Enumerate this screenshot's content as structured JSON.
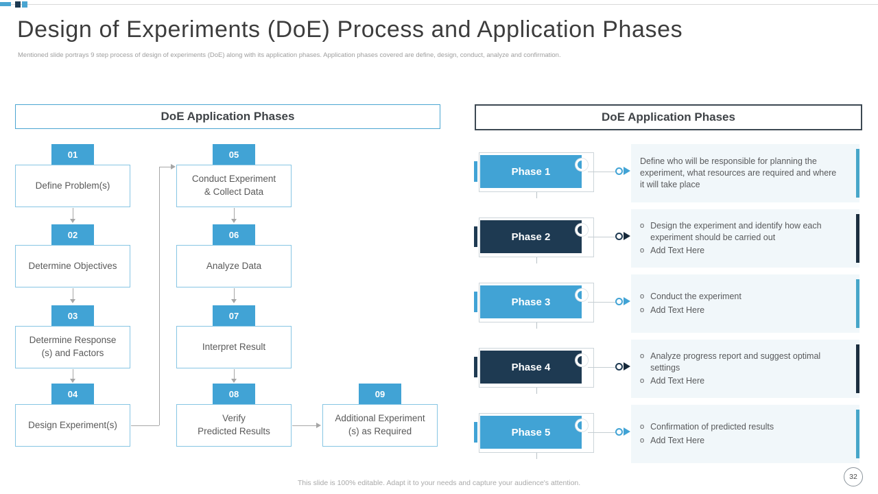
{
  "slide": {
    "title": "Design of Experiments (DoE) Process and Application Phases",
    "subtitle": "Mentioned slide portrays 9 step process of design of experiments (DoE) along with its application phases. Application phases covered are define, design, conduct, analyze and confirmation.",
    "footer": "This slide is 100% editable. Adapt it to your needs and capture your audience's attention.",
    "page_number": "32"
  },
  "colors": {
    "accent_blue": "#41a3d5",
    "dark_navy": "#1e3a52",
    "bar_teal": "#47a6c9",
    "bar_navy": "#1b2e3f",
    "desc_background": "#f1f7fa",
    "box_border_blue": "#86c5e3",
    "arrow_gray": "#a6a6a6"
  },
  "left_panel": {
    "header": "DoE Application Phases",
    "steps": [
      {
        "num": "01",
        "label": "Define Problem(s)"
      },
      {
        "num": "02",
        "label": "Determine Objectives"
      },
      {
        "num": "03",
        "label": "Determine Response\n(s) and Factors"
      },
      {
        "num": "04",
        "label": "Design Experiment(s)"
      },
      {
        "num": "05",
        "label": "Conduct Experiment\n& Collect Data"
      },
      {
        "num": "06",
        "label": "Analyze Data"
      },
      {
        "num": "07",
        "label": "Interpret Result"
      },
      {
        "num": "08",
        "label": "Verify\nPredicted Results"
      },
      {
        "num": "09",
        "label": "Additional Experiment\n(s) as Required"
      }
    ]
  },
  "right_panel": {
    "header": "DoE Application Phases",
    "bullet_char": "o",
    "phases": [
      {
        "label": "Phase 1",
        "style": "blue",
        "text": "Define who will be responsible for planning the experiment, what resources are required and where it will take place",
        "bullets": []
      },
      {
        "label": "Phase 2",
        "style": "navy",
        "text": "",
        "bullets": [
          "Design the experiment and identify how each experiment should be carried out",
          "Add Text Here"
        ]
      },
      {
        "label": "Phase 3",
        "style": "blue",
        "text": "",
        "bullets": [
          "Conduct the experiment",
          "Add Text Here"
        ]
      },
      {
        "label": "Phase 4",
        "style": "navy",
        "text": "",
        "bullets": [
          "Analyze progress report and suggest optimal settings",
          "Add Text Here"
        ]
      },
      {
        "label": "Phase 5",
        "style": "blue",
        "text": "",
        "bullets": [
          "Confirmation of predicted results",
          "Add Text Here"
        ]
      }
    ]
  }
}
